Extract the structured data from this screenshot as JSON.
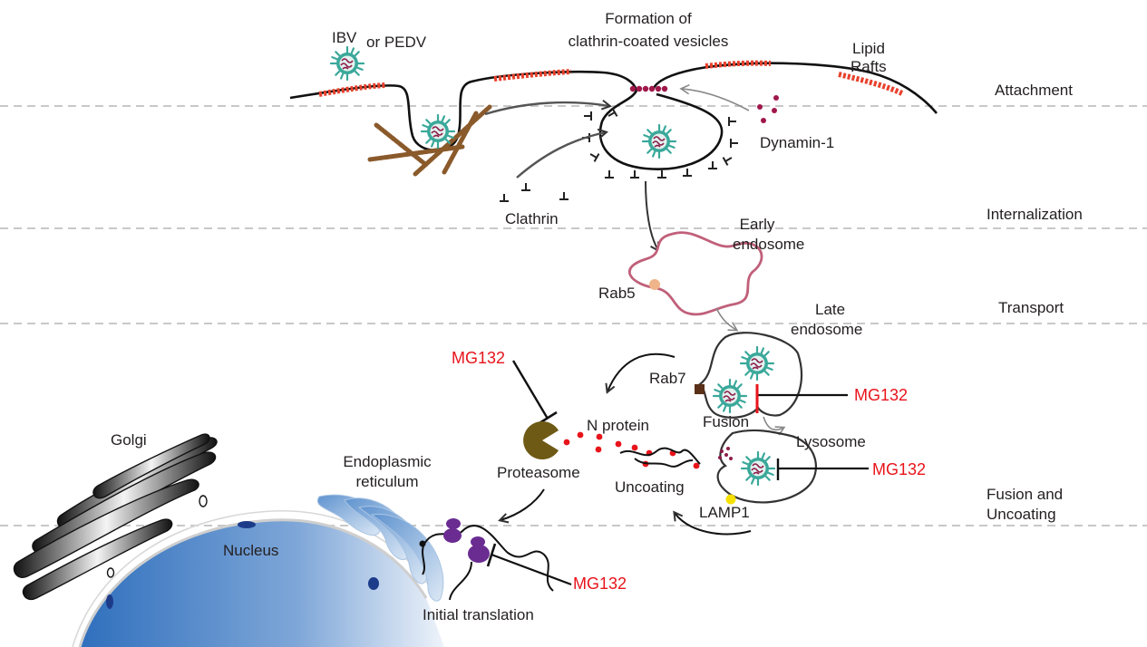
{
  "stages": {
    "attachment": "Attachment",
    "internalization": "Internalization",
    "transport": "Transport",
    "fusion_uncoating_1": "Fusion and",
    "fusion_uncoating_2": "Uncoating"
  },
  "labels": {
    "virus_line1": "IBV",
    "virus_line2": "or PEDV",
    "ccv_line1": "Formation of",
    "ccv_line2": "clathrin-coated vesicles",
    "rafts_line1": "Lipid",
    "rafts_line2": "Rafts",
    "dynamin": "Dynamin-1",
    "clathrin": "Clathrin",
    "early_line1": "Early",
    "early_line2": "endosome",
    "rab5": "Rab5",
    "late_line1": "Late",
    "late_line2": "endosome",
    "rab7": "Rab7",
    "fusion": "Fusion",
    "lysosome": "Lysosome",
    "lamp1": "LAMP1",
    "n_protein": "N protein",
    "proteasome": "Proteasome",
    "uncoating": "Uncoating",
    "golgi": "Golgi",
    "er_line1": "Endoplasmic",
    "er_line2": "reticulum",
    "nucleus": "Nucleus",
    "initial_translation": "Initial translation"
  },
  "inhibitors": {
    "proteasome": "MG132",
    "late_endosome": "MG132",
    "lysosome": "MG132",
    "translation": "MG132"
  },
  "colors": {
    "inhibitor_red": "#e8141b",
    "lipid_raft": "#e8412c",
    "virus_teal": "#3aa89a",
    "virus_core": "#8c1d4a",
    "actin_brown": "#8a5a2b",
    "early_endosome": "#c0607a",
    "rab5": "#f0b48a",
    "rab7": "#5a3018",
    "lamp1": "#f5e000",
    "proteasome": "#6e5a14",
    "ribosome": "#6a2c91",
    "nucleus_blue": "#2a74c0",
    "er_blue": "#7aa8d8",
    "dashed_line": "#c8c8c8"
  }
}
